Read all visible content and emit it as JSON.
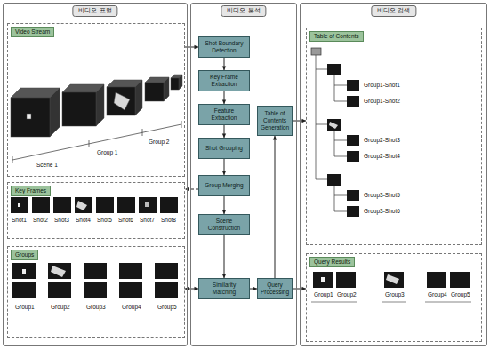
{
  "diagram": {
    "nodes": [
      {
        "text": [
          "비디오 표현"
        ]
      },
      {
        "text": [
          "Video Stream"
        ],
        "in": 0
      },
      {
        "text": [
          "Key Frames"
        ],
        "in": 0
      },
      {
        "text": [
          "Groups"
        ],
        "in": 0
      },
      {
        "text": [
          "비디오 분석"
        ]
      },
      {
        "text": [
          "Shot Boundary Detection"
        ],
        "in": 4
      },
      {
        "text": [
          "Key Frame Extraction"
        ],
        "in": 4
      },
      {
        "text": [
          "Feature Extraction"
        ],
        "in": 4
      },
      {
        "text": [
          "Shot Grouping"
        ],
        "in": 4
      },
      {
        "text": [
          "Group Merging"
        ],
        "in": 4
      },
      {
        "text": [
          "Scene Construction"
        ],
        "in": 4
      },
      {
        "text": [
          "Similarity Matching"
        ],
        "in": 4
      },
      {
        "text": [
          "Table of Contents Generation"
        ],
        "in": 4
      },
      {
        "text": [
          "Query Processing"
        ],
        "in": 4
      },
      {
        "text": [
          "비디오 검색"
        ]
      },
      {
        "text": [
          "Table of Contents"
        ],
        "in": 14
      },
      {
        "text": [
          "Query Results"
        ],
        "in": 14
      }
    ],
    "edges": [
      {
        "from": 1,
        "to": 5,
        "arrow": "to"
      },
      {
        "from": 5,
        "to": 6,
        "arrow": "to"
      },
      {
        "from": 6,
        "to": 7,
        "arrow": "to"
      },
      {
        "from": 7,
        "to": 8,
        "arrow": "to"
      },
      {
        "from": 8,
        "to": 9,
        "arrow": "to"
      },
      {
        "from": 9,
        "to": 10,
        "arrow": "to"
      },
      {
        "from": 10,
        "to": 11,
        "arrow": "to"
      },
      {
        "from": 9,
        "to": 2,
        "arrow": "to"
      },
      {
        "from": 11,
        "to": 3,
        "arrow": "both"
      },
      {
        "from": 11,
        "to": 13,
        "arrow": "to"
      },
      {
        "from": 13,
        "to": 12,
        "arrow": "to"
      },
      {
        "from": 12,
        "to": 15,
        "arrow": "to"
      },
      {
        "from": 13,
        "to": 16,
        "arrow": "to"
      }
    ],
    "labels": [
      "Scene 1",
      "Group 1",
      "Group 2",
      "Shot1",
      "Shot2",
      "Shot3",
      "Shot4",
      "Shot5",
      "Shot6",
      "Shot7",
      "Shot8",
      "Group1",
      "Group2",
      "Group3",
      "Group4",
      "Group5",
      "Group1-Shot1",
      "Group1-Shot2",
      "Group2-Shot3",
      "Group2-Shot4",
      "Group3-Shot5",
      "Group3-Shot6",
      "Group1",
      "Group2",
      "Group3",
      "Group4",
      "Group5"
    ]
  }
}
